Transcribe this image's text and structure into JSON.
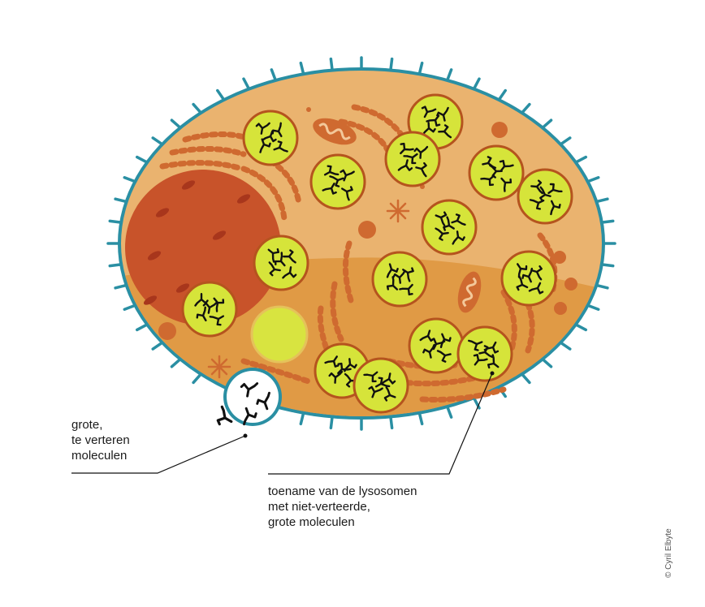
{
  "colors": {
    "membrane": "#2a8fa3",
    "cytoplasm_light": "#eab36f",
    "cytoplasm_dark": "#e09a45",
    "nucleus": "#c8532a",
    "nucleus_spot": "#a8361c",
    "organelle": "#cf6a30",
    "lysosome_fill": "#d6e43a",
    "lysosome_ring": "#b5541e",
    "molecule": "#111111",
    "vesicle": "#d8e440",
    "line": "#111111"
  },
  "labels": {
    "left": [
      "grote,",
      "te verteren",
      "moleculen"
    ],
    "right": [
      "toename van de lysosomen",
      "met niet-verteerde,",
      "grote moleculen"
    ]
  },
  "credit": "© Cyril Elbyte"
}
